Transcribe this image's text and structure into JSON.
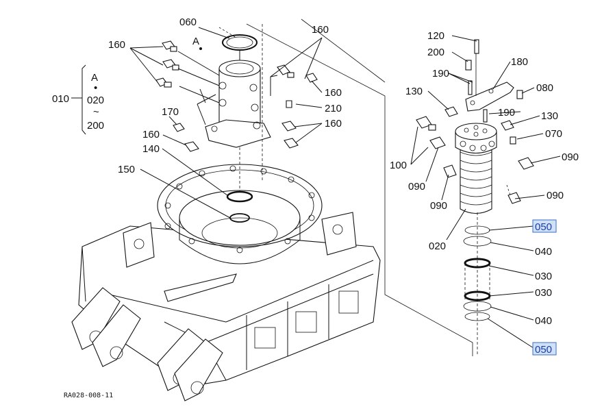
{
  "labels": {
    "l060": "060",
    "lA": "A",
    "l160a": "160",
    "l160b": "160",
    "l160c": "160",
    "l160d": "160",
    "l160e": "160",
    "l170": "170",
    "l210": "210",
    "l140": "140",
    "l150": "150",
    "l120": "120",
    "l200": "200",
    "l190a": "190",
    "l190b": "190",
    "l180": "180",
    "l080": "080",
    "l130a": "130",
    "l130b": "130",
    "l070": "070",
    "l100": "100",
    "l090a": "090",
    "l090b": "090",
    "l090c": "090",
    "l090d": "090",
    "l020": "020",
    "l050a": "050",
    "l050b": "050",
    "l040a": "040",
    "l040b": "040",
    "l030a": "030",
    "l030b": "030"
  },
  "assembly_key": {
    "group": "010",
    "top": "A",
    "dot": "•",
    "from": "020",
    "tilde": "~",
    "to": "200"
  },
  "reference_code": "RA028-008-11",
  "colors": {
    "highlight_fill": "#cfe0f7",
    "highlight_border": "#3a6fc4"
  }
}
